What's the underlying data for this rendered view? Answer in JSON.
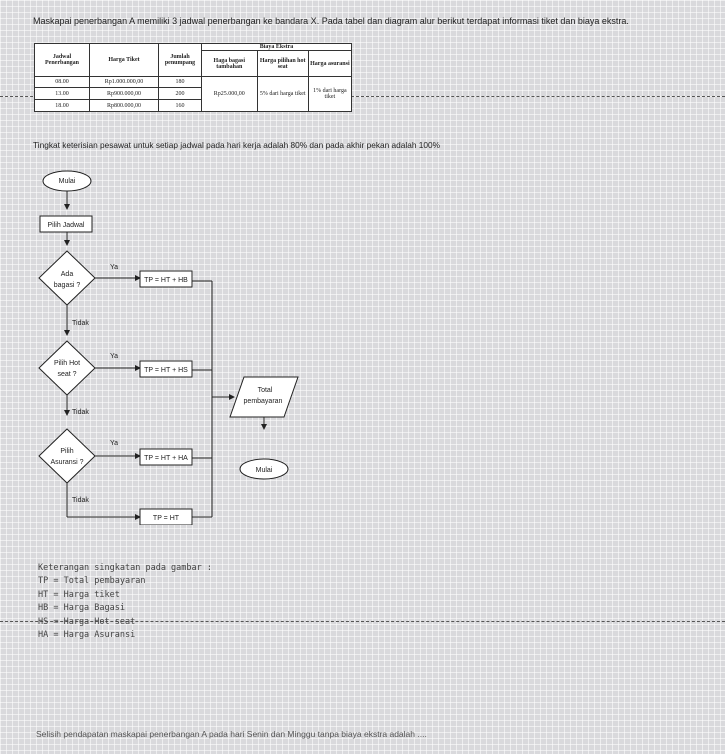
{
  "intro": "Maskapai penerbangan A memiliki 3 jadwal penerbangan ke bandara X. Pada tabel dan diagram alur berikut terdapat informasi tiket dan biaya ekstra.",
  "table": {
    "headers": {
      "jadwal": "Jadwal Penerbangan",
      "harga_tiket": "Harga Tiket",
      "jumlah": "Jumlah penumpang",
      "biaya_ekstra": "Biaya Ekstra",
      "bagasi": "Haga bagasi tambahan",
      "hot_seat": "Harga pilihan hot seat",
      "asuransi": "Harga asuransi"
    },
    "rows": [
      {
        "jadwal": "08.00",
        "harga": "Rp1.000.000,00",
        "jumlah": "180"
      },
      {
        "jadwal": "13.00",
        "harga": "Rp900.000,00",
        "jumlah": "200"
      },
      {
        "jadwal": "18.00",
        "harga": "Rp800.000,00",
        "jumlah": "160"
      }
    ],
    "extras": {
      "bagasi": "Rp25.000,00",
      "hot_seat": "5% dari harga tiket",
      "asuransi": "1% dari harga tiket"
    }
  },
  "occupancy_note": "Tingkat keterisian pesawat untuk setiap jadwal pada hari kerja adalah 80% dan pada akhir pekan adalah 100%",
  "flowchart": {
    "start": "Mulai",
    "pilih_jadwal": "Pilih Jadwal",
    "decision_bagasi_1": "Ada",
    "decision_bagasi_2": "bagasi ?",
    "decision_hot_1": "Pilih Hot",
    "decision_hot_2": "seat ?",
    "decision_asuransi_1": "Pilih",
    "decision_asuransi_2": "Asuransi ?",
    "ya": "Ya",
    "tidak": "Tidak",
    "formula_hb": "TP = HT + HB",
    "formula_hs": "TP = HT + HS",
    "formula_ha": "TP = HT + HA",
    "formula_ht": "TP = HT",
    "output_1": "Total",
    "output_2": "pembayaran",
    "end": "Mulai"
  },
  "keterangan": {
    "title": "Keterangan singkatan pada gambar :",
    "items": [
      "TP = Total pembayaran",
      "HT = Harga tiket",
      "HB = Harga Bagasi",
      "HS = Harga Hot seat",
      "HA = Harga Asuransi"
    ]
  },
  "question": "Selisih pendapatan maskapai penerbangan A pada hari Senin dan Minggu tanpa biaya ekstra adalah ...."
}
